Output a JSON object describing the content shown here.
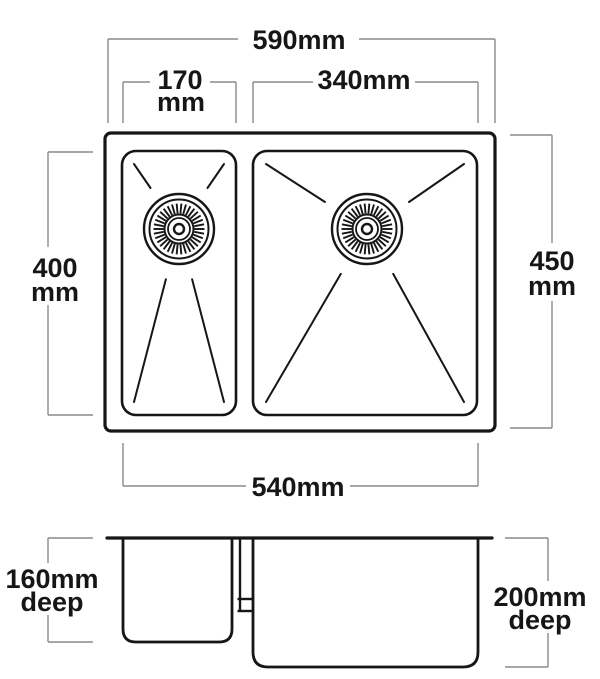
{
  "top_view": {
    "overall_width": "590mm",
    "small_bowl_width": [
      "170",
      "mm"
    ],
    "large_bowl_width": "340mm",
    "small_bowl_length": [
      "400",
      "mm"
    ],
    "overall_length": [
      "450",
      "mm"
    ],
    "bottom_width": "540mm"
  },
  "section_view": {
    "small_bowl_depth": [
      "160mm",
      "deep"
    ],
    "large_bowl_depth": [
      "200mm",
      "deep"
    ]
  },
  "colors": {
    "drawing_line": "#161616",
    "dimension_line": "#8a8a8a",
    "text": "#161616",
    "background": "#ffffff"
  }
}
